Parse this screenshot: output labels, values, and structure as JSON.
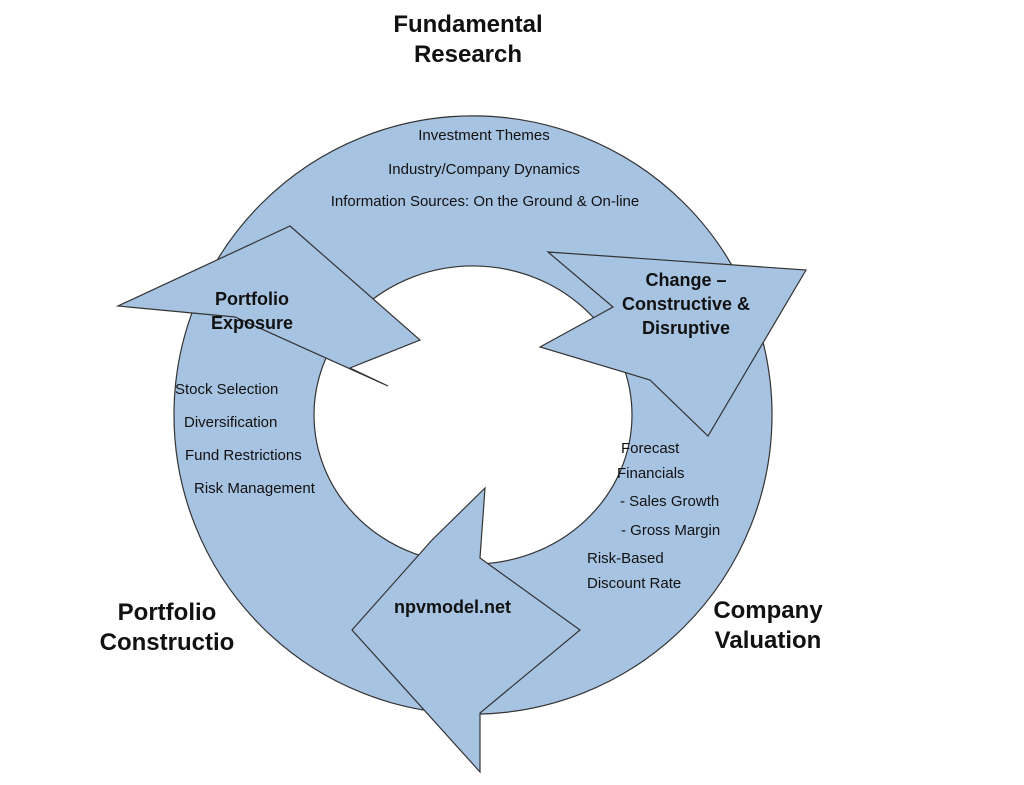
{
  "colors": {
    "ring_fill": "#a7c3e2",
    "stroke": "#333333",
    "text": "#111111",
    "background": "#ffffff"
  },
  "stages": {
    "top": {
      "line1": "Fundamental",
      "line2": "Research"
    },
    "bottom_right": {
      "line1": "Company",
      "line2": "Valuation"
    },
    "bottom_left": {
      "line1": "Portfolio",
      "line2": "Constructio"
    }
  },
  "research_items": [
    "Investment Themes",
    "Industry/Company Dynamics",
    "Information Sources: On the Ground & On-line"
  ],
  "arrow_right_label": {
    "line1": "Change –",
    "line2": "Constructive &",
    "line3": "Disruptive"
  },
  "arrow_left_label": {
    "line1": "Portfolio",
    "line2": "Exposure"
  },
  "arrow_bottom_label": "npvmodel.net",
  "portfolio_items": [
    "Stock Selection",
    "Diversification",
    "Fund Restrictions",
    "Risk Management"
  ],
  "valuation_items": [
    "Forecast",
    "Financials",
    "- Sales Growth",
    "- Gross Margin",
    "Risk-Based",
    "Discount Rate"
  ]
}
